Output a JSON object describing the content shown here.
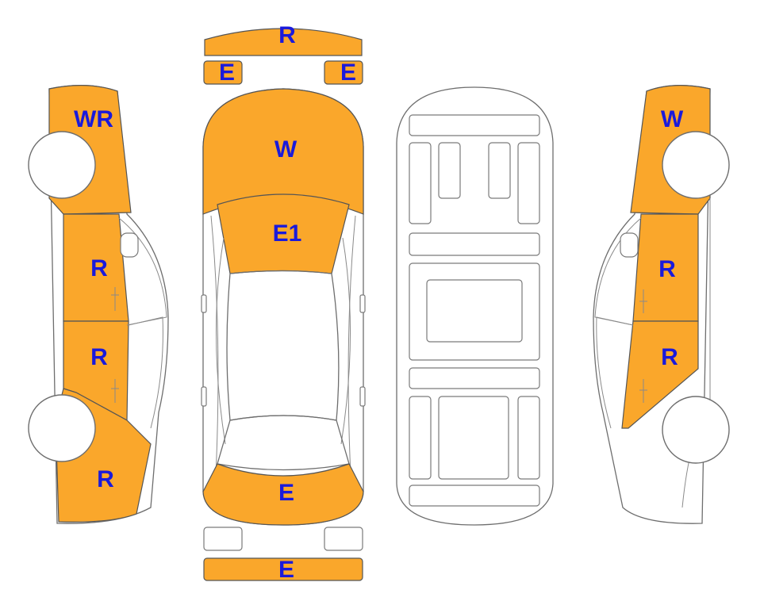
{
  "labels": {
    "front_bumper": "R",
    "headlight_left": "E",
    "headlight_right": "E",
    "hood": "W",
    "windshield": "E1",
    "trunk": "E",
    "rear_bumper": "E",
    "left_front_fender": "WR",
    "left_front_door": "R",
    "left_rear_door": "R",
    "left_rear_quarter": "R",
    "right_front_fender": "W",
    "right_front_door": "R",
    "right_rear_door": "R"
  },
  "colors": {
    "damage_fill": "#FAA72B",
    "label_text": "#1a1adb",
    "outline": "#6e6e6e"
  }
}
